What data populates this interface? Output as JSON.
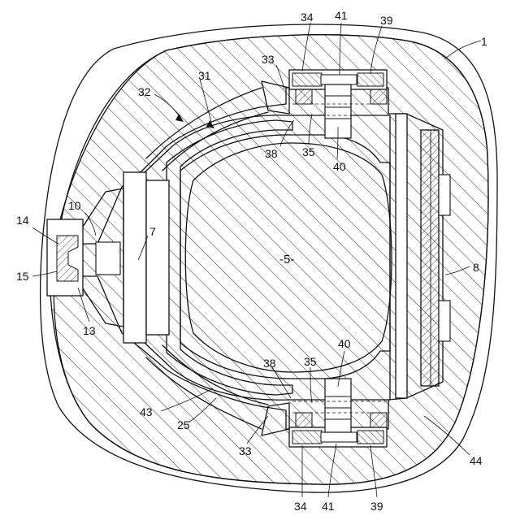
{
  "figure": {
    "center_label": "-5-",
    "reference_numerals": {
      "r1": "1",
      "r7": "7",
      "r8": "8",
      "r10": "10",
      "r13": "13",
      "r14": "14",
      "r15": "15",
      "r25": "25",
      "r31": "31",
      "r32": "32",
      "r33_top": "33",
      "r33_bottom": "33",
      "r34_top": "34",
      "r34_bottom": "34",
      "r35_top": "35",
      "r35_bottom": "35",
      "r38_top": "38",
      "r38_bottom": "38",
      "r39_top": "39",
      "r39_bottom": "39",
      "r40_top": "40",
      "r40_bottom": "40",
      "r41_top": "41",
      "r41_bottom": "41",
      "r43": "43",
      "r44": "44"
    }
  }
}
